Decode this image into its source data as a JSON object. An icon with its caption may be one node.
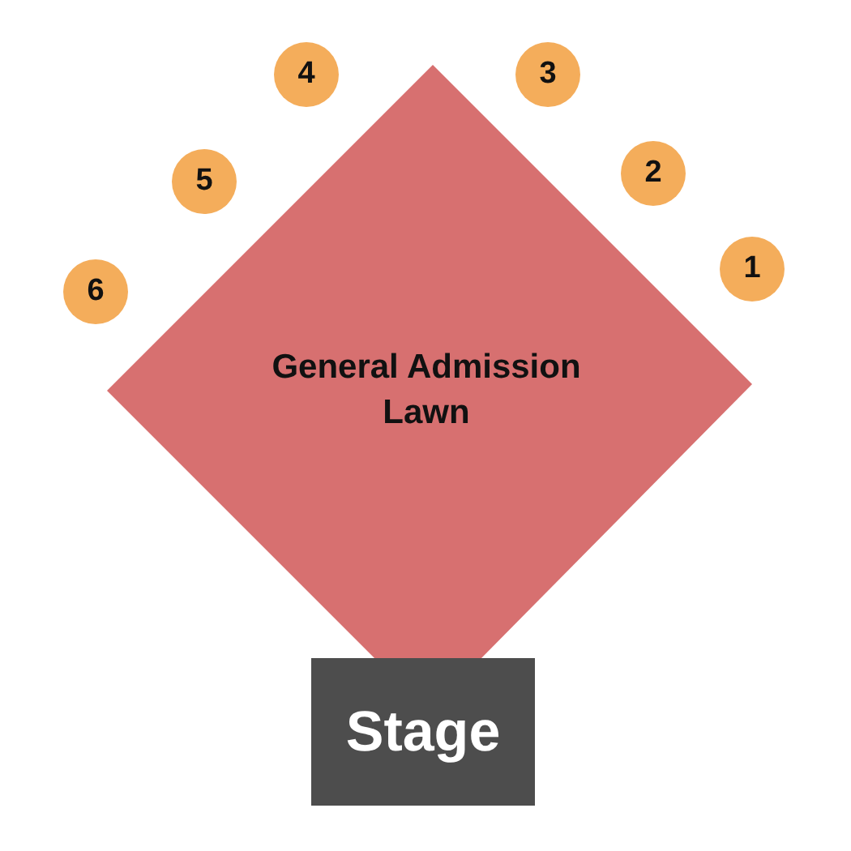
{
  "diagram": {
    "nodes": [
      {
        "text": [
          "4"
        ]
      },
      {
        "text": [
          "3"
        ]
      },
      {
        "text": [
          "2"
        ]
      },
      {
        "text": [
          "5"
        ]
      },
      {
        "text": [
          "1"
        ]
      },
      {
        "text": [
          "6"
        ]
      },
      {
        "text": [
          "General Admission Lawn"
        ]
      },
      {
        "text": [
          "Stage"
        ]
      }
    ]
  }
}
